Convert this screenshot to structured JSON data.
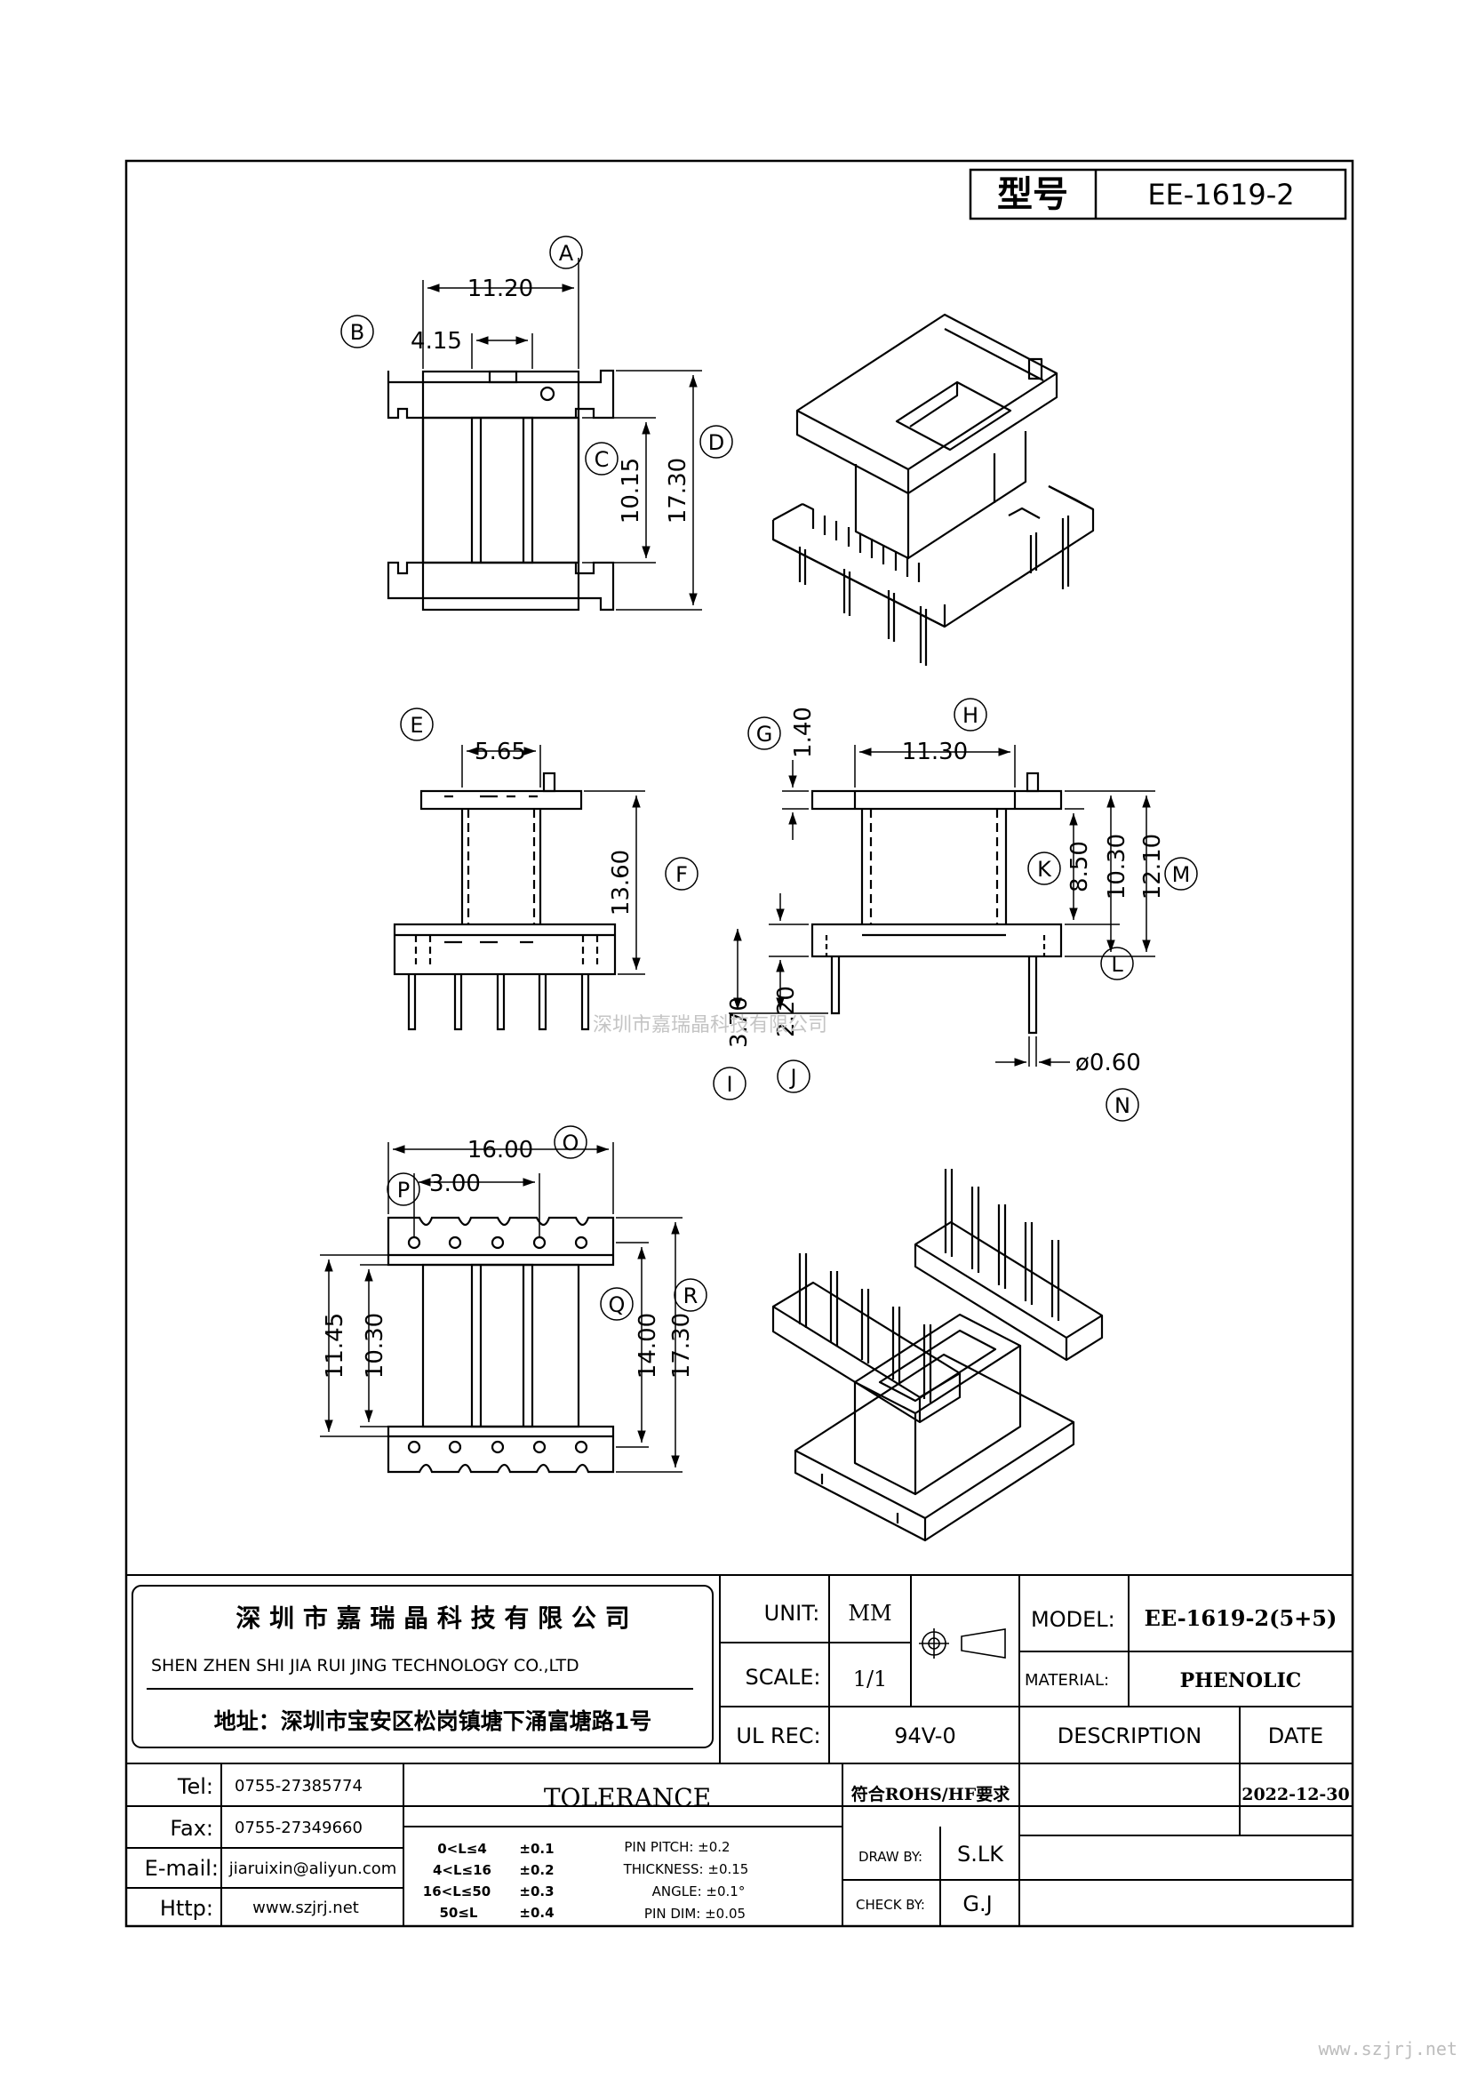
{
  "header": {
    "model_label": "型号",
    "model_value": "EE-1619-2"
  },
  "dimensions": {
    "a": "11.20",
    "b": "4.15",
    "c": "10.15",
    "d": "17.30",
    "e": "5.65",
    "f": "13.60",
    "g": "1.40",
    "h": "11.30",
    "i": "3.70",
    "j": "2.20",
    "k": "8.50",
    "l_dim": "10.30",
    "m": "12.10",
    "n": "ø0.60",
    "o": "16.00",
    "p": "3.00",
    "r1": "11.45",
    "r2": "10.30",
    "q": "14.00",
    "r": "17.30"
  },
  "callouts": {
    "A": "A",
    "B": "B",
    "C": "C",
    "D": "D",
    "E": "E",
    "F": "F",
    "G": "G",
    "H": "H",
    "I": "I",
    "J": "J",
    "K": "K",
    "L": "L",
    "M": "M",
    "N": "N",
    "O": "O",
    "P": "P",
    "Q": "Q",
    "R": "R"
  },
  "watermark": "深圳市嘉瑞晶科技有限公司",
  "footer_url": "www.szjrj.net",
  "title_block": {
    "company_cn": "深 圳 市 嘉 瑞 晶 科 技 有 限 公 司",
    "company_en": "SHEN ZHEN SHI  JIA RUI JING  TECHNOLOGY CO.,LTD",
    "address": "地址：深圳市宝安区松岗镇塘下涌富塘路1号",
    "unit_label": "UNIT:",
    "unit_value": "MM",
    "scale_label": "SCALE:",
    "scale_value": "1/1",
    "ulrec_label": "UL REC:",
    "ulrec_value": "94V-0",
    "model_label": "MODEL:",
    "model_value": "EE-1619-2(5+5)",
    "material_label": "MATERIAL:",
    "material_value": "PHENOLIC",
    "description_label": "DESCRIPTION",
    "date_label": "DATE",
    "date_value": "2022-12-30",
    "rohs": "符合ROHS/HF要求",
    "tel_label": "Tel:",
    "tel_value": "0755-27385774",
    "fax_label": "Fax:",
    "fax_value": "0755-27349660",
    "email_label": "E-mail:",
    "email_value": "jiaruixin@aliyun.com",
    "http_label": "Http:",
    "http_value": "www.szjrj.net",
    "tolerance_title": "TOLERANCE",
    "tol": [
      {
        "range": "0<L≤4",
        "value": "±0.1"
      },
      {
        "range": "4<L≤16",
        "value": "±0.2"
      },
      {
        "range": "16<L≤50",
        "value": "±0.3"
      },
      {
        "range": "50≤L",
        "value": "±0.4"
      }
    ],
    "pin_pitch": "PIN PITCH:  ±0.2",
    "thickness": "THICKNESS:  ±0.15",
    "angle": "ANGLE:  ±0.1°",
    "pin_dim": "PIN DIM:  ±0.05",
    "draw_label": "DRAW BY:",
    "draw_value": "S.LK",
    "check_label": "CHECK BY:",
    "check_value": "G.J"
  }
}
